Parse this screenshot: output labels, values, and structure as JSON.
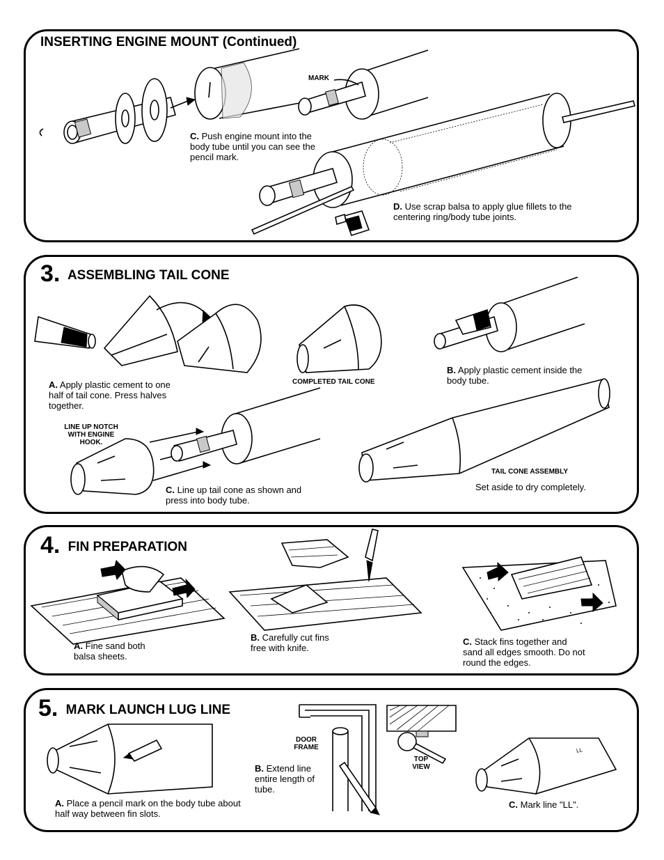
{
  "panels": {
    "engine_mount": {
      "title": "INSERTING ENGINE MOUNT (Continued)",
      "mark_label": "MARK",
      "c_letter": "C.",
      "c_text": "Push engine mount into the body tube until you can see the pencil mark.",
      "d_letter": "D.",
      "d_text": "Use scrap balsa to apply glue fillets to the centering ring/body tube joints."
    },
    "tail_cone": {
      "number": "3.",
      "title": "ASSEMBLING TAIL CONE",
      "a_letter": "A.",
      "a_text": "Apply plastic cement to one half of tail cone. Press halves together.",
      "completed_label": "COMPLETED TAIL CONE",
      "b_letter": "B.",
      "b_text": "Apply plastic cement inside the body tube.",
      "notch_label": "LINE UP NOTCH WITH ENGINE HOOK.",
      "c_letter": "C.",
      "c_text": "Line up tail cone as shown and press into body tube.",
      "assembly_label": "TAIL CONE ASSEMBLY",
      "dry_text": "Set aside to dry completely."
    },
    "fin_prep": {
      "number": "4.",
      "title": "FIN PREPARATION",
      "a_letter": "A.",
      "a_text": "Fine sand both balsa sheets.",
      "b_letter": "B.",
      "b_text": "Carefully cut fins free with knife.",
      "c_letter": "C.",
      "c_text": "Stack fins together and sand all edges smooth. Do not round the edges."
    },
    "launch_lug": {
      "number": "5.",
      "title": "MARK LAUNCH LUG LINE",
      "a_letter": "A.",
      "a_text": "Place a pencil mark on the body tube about half way between fin slots.",
      "door_label": "DOOR FRAME",
      "b_letter": "B.",
      "b_text": "Extend line entire length of tube.",
      "top_view_label": "TOP VIEW",
      "c_letter": "C.",
      "c_text": "Mark line \"LL\".",
      "ll_mark": "LL"
    }
  },
  "icons": [
    "engine-mount-drawing",
    "body-tube-drawing",
    "glue-bottle-icon",
    "cement-tube-icon",
    "tail-cone-drawing",
    "sanding-block-drawing",
    "hobby-knife-drawing",
    "sandpaper-drawing",
    "pencil-icon",
    "door-frame-drawing",
    "arrow-icon"
  ]
}
